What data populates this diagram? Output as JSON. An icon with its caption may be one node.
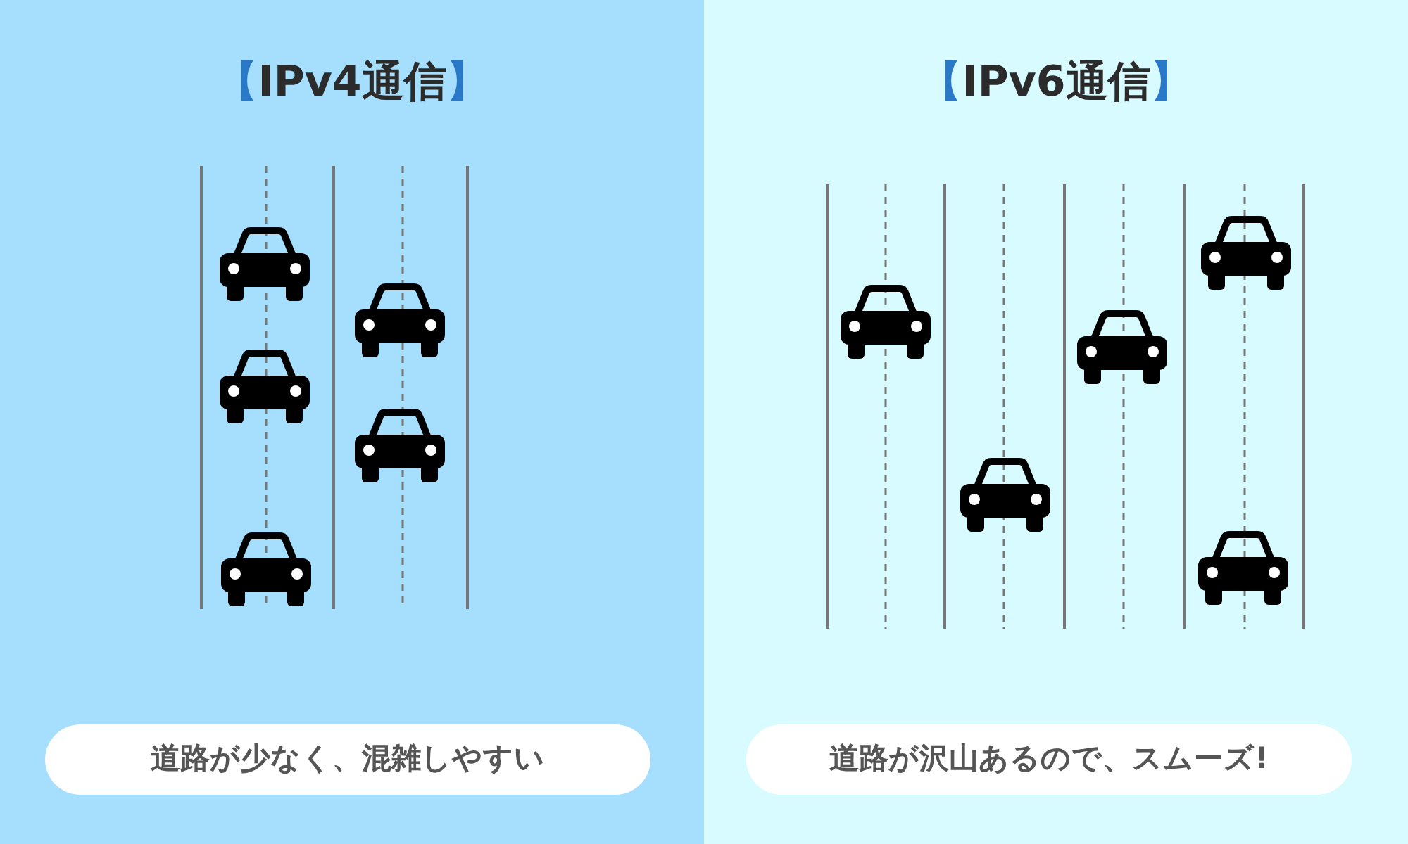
{
  "diagram": {
    "labels": [
      "【IPv4通信】",
      "道路が少なく、混雑しやすい",
      "【IPv6通信】",
      "道路が沢山あるので、スムーズ!"
    ]
  }
}
